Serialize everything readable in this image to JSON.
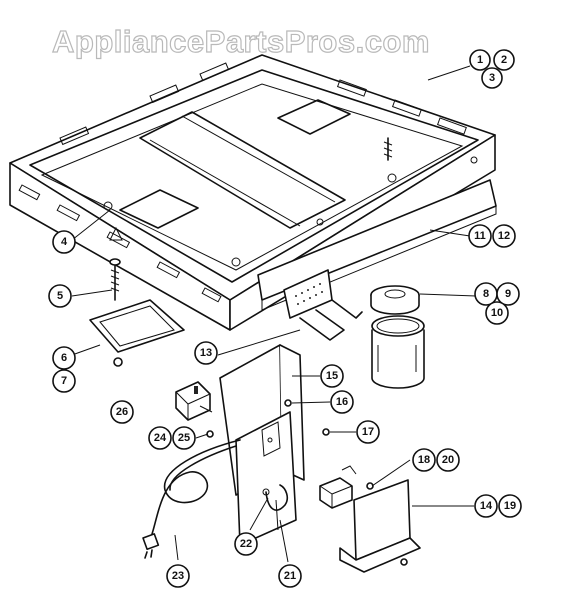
{
  "watermark": "AppliancePartsPros.com",
  "callouts": {
    "c1": "1",
    "c2": "2",
    "c3": "3",
    "c4": "4",
    "c5": "5",
    "c6": "6",
    "c7": "7",
    "c8": "8",
    "c9": "9",
    "c10": "10",
    "c11": "11",
    "c12": "12",
    "c13": "13",
    "c14": "14",
    "c15": "15",
    "c16": "16",
    "c17": "17",
    "c18": "18",
    "c19": "19",
    "c20": "20",
    "c21": "21",
    "c22": "22",
    "c23": "23",
    "c24": "24",
    "c25": "25",
    "c26": "26"
  }
}
